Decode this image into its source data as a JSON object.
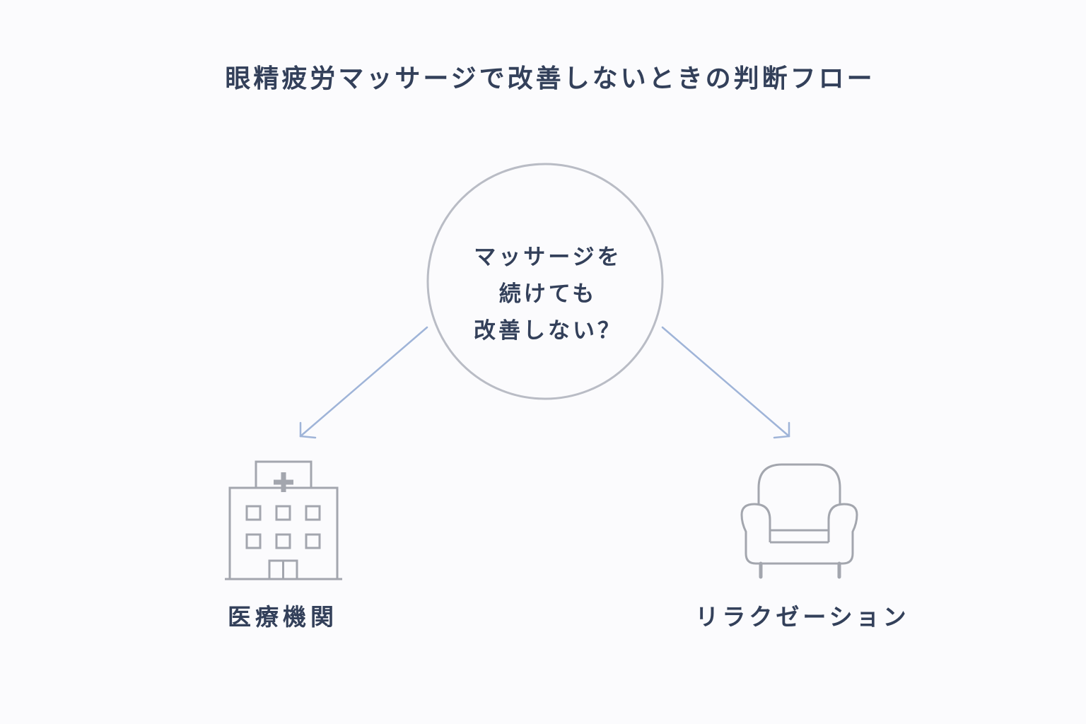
{
  "title": "眼精疲労マッサージで改善しないときの判断フロー",
  "decision": {
    "lines": [
      "マッサージを",
      "続けても",
      "改善しない？"
    ]
  },
  "options": {
    "left": {
      "label": "医療機関",
      "icon": "hospital-icon"
    },
    "right": {
      "label": "リラクゼーション",
      "icon": "armchair-icon"
    }
  },
  "colors": {
    "text": "#33405a",
    "circle": "#b9bcc5",
    "arrow": "#9fb4d8",
    "icon": "#a3a6ae"
  }
}
